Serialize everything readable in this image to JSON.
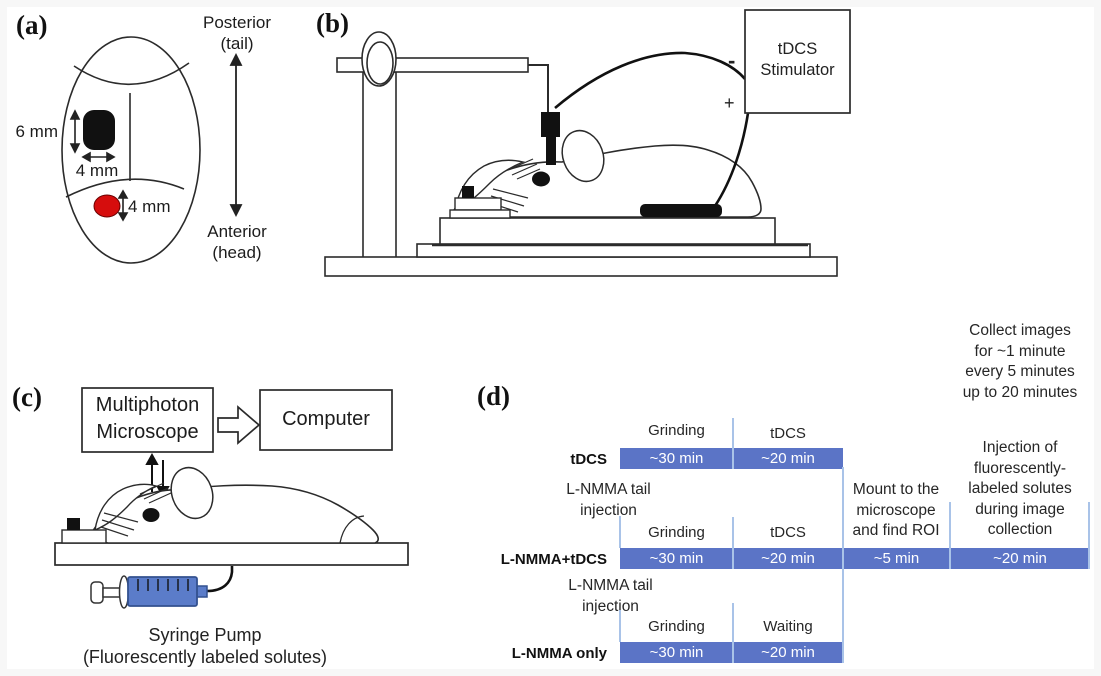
{
  "figure": {
    "panel_labels": {
      "a": "(a)",
      "b": "(b)",
      "c": "(c)",
      "d": "(d)"
    }
  },
  "panel_a": {
    "dim_height": "6 mm",
    "dim_width": "4 mm",
    "dim_red": "4 mm",
    "posterior": [
      "Posterior",
      "(tail)"
    ],
    "anterior": [
      "Anterior",
      "(head)"
    ]
  },
  "panel_b": {
    "stimulator": [
      "tDCS",
      "Stimulator"
    ],
    "minus": "-",
    "plus": "+"
  },
  "panel_c": {
    "microscope": [
      "Multiphoton",
      "Microscope"
    ],
    "computer": "Computer",
    "caption": [
      "Syringe Pump",
      "(Fluorescently labeled solutes)"
    ]
  },
  "panel_d": {
    "notes": {
      "collect": [
        "Collect images",
        "for ~1 minute",
        "every 5 minutes",
        "up to 20 minutes"
      ],
      "injection": [
        "Injection of",
        "fluorescently-",
        "labeled solutes",
        "during image",
        "collection"
      ],
      "mount": [
        "Mount to the",
        "microscope",
        "and find ROI"
      ],
      "lnmma": [
        "L-NMMA tail",
        "injection"
      ]
    },
    "rows": [
      {
        "name": "tDCS",
        "seg_labels": [
          "Grinding",
          "tDCS"
        ],
        "durations": [
          "~30 min",
          "~20 min"
        ]
      },
      {
        "name": "L-NMMA+tDCS",
        "seg_labels": [
          "Grinding",
          "tDCS"
        ],
        "durations": [
          "~30 min",
          "~20 min",
          "~5 min",
          "~20 min"
        ]
      },
      {
        "name": "L-NMMA only",
        "seg_labels": [
          "Grinding",
          "Waiting"
        ],
        "durations": [
          "~30 min",
          "~20 min"
        ]
      }
    ]
  },
  "colors": {
    "timeline_bar_blue": "#5b74c6",
    "light_blue_lines": "#a9c3e8",
    "syringe_blue": "#5b7cc9",
    "target_red": "#d60d0d",
    "ink": "#222222"
  }
}
